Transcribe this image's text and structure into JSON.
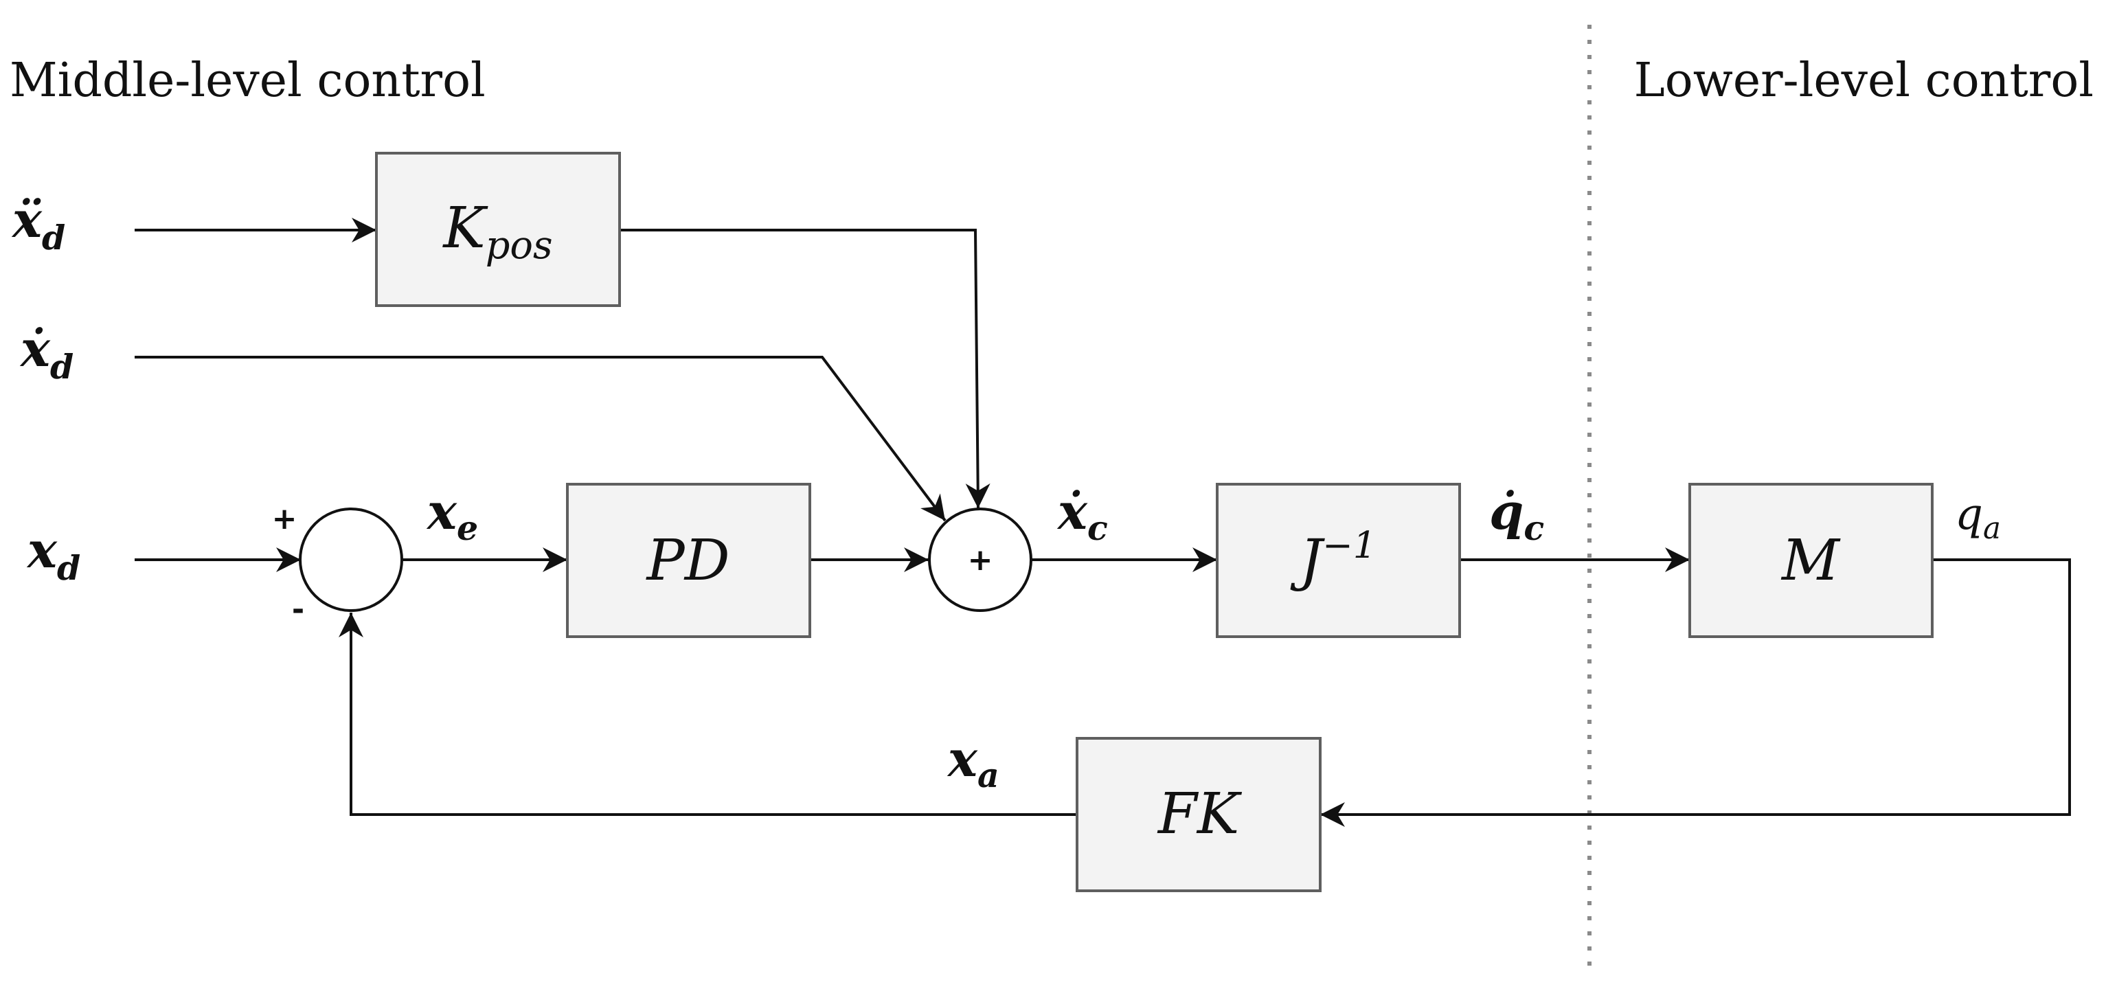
{
  "regions": {
    "left_title": "Middle-level control",
    "right_title": "Lower-level control"
  },
  "inputs": {
    "xdd_desired": {
      "base": "ẍ",
      "sub": "d"
    },
    "xd_dot_desired": {
      "base": "ẋ",
      "sub": "d"
    },
    "x_desired": {
      "base": "x",
      "sub": "d"
    }
  },
  "blocks": {
    "kpos": {
      "base": "K",
      "sub": "pos"
    },
    "pd": {
      "label": "PD"
    },
    "jinv": {
      "base": "J",
      "sup": "−1"
    },
    "m": {
      "label": "M"
    },
    "fk": {
      "label": "FK"
    }
  },
  "junctions": {
    "error_sum": {
      "plus_sign": "+",
      "minus_sign": "-"
    },
    "velocity_sum": {
      "sign": "+"
    }
  },
  "signals": {
    "x_e": {
      "base": "x",
      "sub": "e"
    },
    "x_c_dot": {
      "base": "ẋ",
      "sub": "c"
    },
    "q_c_dot": {
      "base": "q̇",
      "sub": "c"
    },
    "q_a": {
      "base": "q",
      "sub": "a"
    },
    "x_a": {
      "base": "x",
      "sub": "a"
    }
  }
}
